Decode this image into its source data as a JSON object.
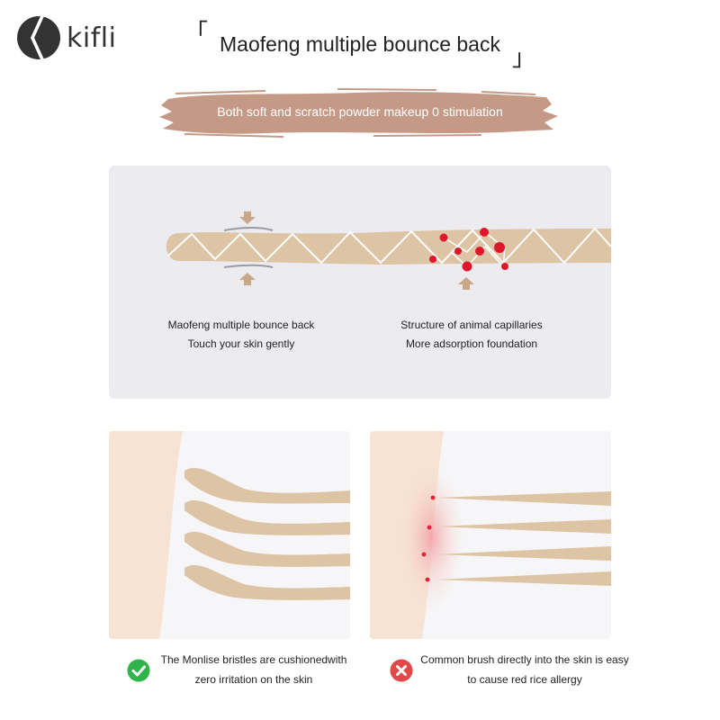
{
  "brand": {
    "name": "kifli"
  },
  "header": {
    "title": "Maofeng multiple bounce back",
    "bracket_open": "「",
    "bracket_close": "」"
  },
  "banner": {
    "text": "Both soft and scratch powder makeup 0 stimulation"
  },
  "top_panel": {
    "left_caption": [
      "Maofeng multiple bounce back",
      "Touch your skin gently"
    ],
    "right_caption": [
      "Structure of animal capillaries",
      "More adsorption foundation"
    ]
  },
  "comparison": {
    "good": {
      "line1": "The Monlise bristles are cushionedwith",
      "line2": "zero irritation on the skin",
      "icon": "check-icon"
    },
    "bad": {
      "line1": "Common brush directly into the skin is easy",
      "line2": "to cause red rice allergy",
      "icon": "cross-icon"
    }
  },
  "colors": {
    "bristle": "#dcc4a4",
    "banner": "#c49a87",
    "skin": "#f6e3d3",
    "irritation": "#e8203a",
    "good": "#2fb34a",
    "bad": "#e14848",
    "panel": "#ecebf0"
  }
}
